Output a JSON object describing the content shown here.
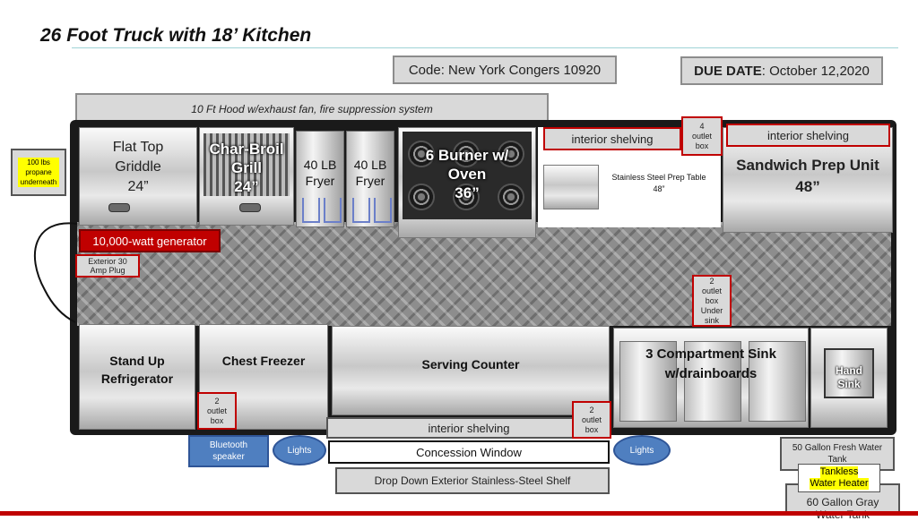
{
  "title": "26 Foot Truck with 18’ Kitchen",
  "code_label": "Code: New York Congers 10920",
  "due_date": {
    "label": "DUE DATE",
    "value": ": October 12,2020"
  },
  "hood": "10 Ft Hood  w/exhaust fan, fire suppression  system",
  "propane": "100 lbs propane underneath",
  "top_row": {
    "griddle": [
      "Flat Top",
      "Griddle",
      "24”"
    ],
    "grill": [
      "Char-Broil",
      "Grill",
      "24”"
    ],
    "fryer1": [
      "40 LB",
      "Fryer"
    ],
    "fryer2": [
      "40 LB",
      "Fryer"
    ],
    "burner": [
      "6 Burner w/",
      "Oven",
      "36”"
    ],
    "interior_shelving_1": "interior shelving",
    "outlet_4": [
      "4",
      "outlet",
      "box"
    ],
    "prep_table": [
      "Stainless Steel Prep Table",
      "48”"
    ],
    "interior_shelving_2": "interior shelving",
    "sandwich": [
      "Sandwich Prep Unit",
      "48”"
    ]
  },
  "generator": "10,000-watt generator",
  "exterior_plug": "Exterior 30 Amp Plug",
  "outlet_under_sink": [
    "2",
    "outlet",
    "box",
    "Under",
    "sink"
  ],
  "bottom_row": {
    "refrigerator": [
      "Stand Up",
      "Refrigerator"
    ],
    "freezer": "Chest Freezer",
    "serving": "Serving Counter",
    "sink3": [
      "3 Compartment  Sink",
      "w/drainboards"
    ],
    "hand_sink": [
      "Hand",
      "Sink"
    ],
    "outlet_left": [
      "2",
      "outlet",
      "box"
    ],
    "outlet_right": [
      "2",
      "outlet",
      "box"
    ]
  },
  "bottom_shelving": "interior shelving",
  "concession": "Concession Window",
  "drop_down": "Drop Down Exterior Stainless-Steel Shelf",
  "bluetooth": [
    "Bluetooth",
    "speaker"
  ],
  "lights_left": "Lights",
  "lights_right": "Lights",
  "fresh_water": [
    "50 Gallon Fresh Water",
    "Tank"
  ],
  "water_heater": [
    "Tankless",
    "Water Heater"
  ],
  "gray_water": [
    "60 Gallon Gray",
    "Water Tank"
  ],
  "colors": {
    "accent_red": "#c00000",
    "highlight_yellow": "#ffff00",
    "light_blue": "#4f7fc0"
  }
}
